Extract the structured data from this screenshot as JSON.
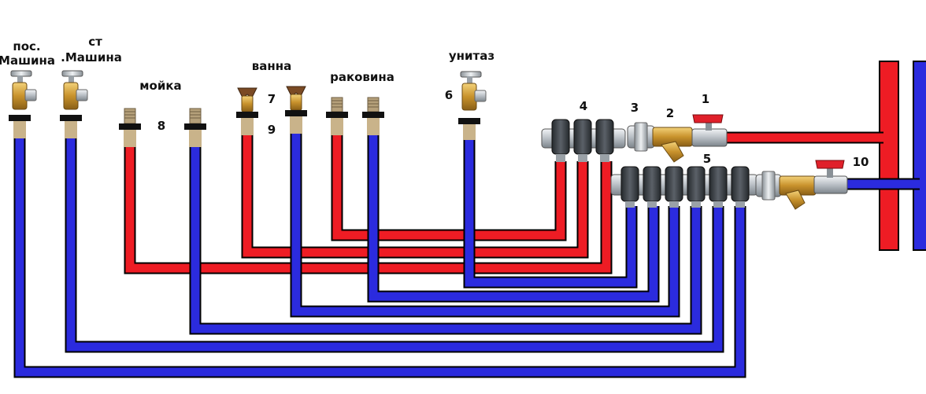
{
  "labels": {
    "pos_mashina_1": "пос.",
    "pos_mashina_2": "Машина",
    "st_mashina_1": "ст",
    "st_mashina_2": ".Машина",
    "moika": "мойка",
    "vanna": "ванна",
    "rakovina": "раковина",
    "unitaz": "унитаз"
  },
  "numbers": {
    "n1": "1",
    "n2": "2",
    "n3": "3",
    "n4": "4",
    "n5": "5",
    "n6": "6",
    "n7": "7",
    "n8": "8",
    "n9": "9",
    "n10": "10"
  },
  "colors": {
    "hot": "#ee1c24",
    "cold": "#2b2bde",
    "outline": "#000000",
    "brass": "#d6a23a",
    "chrome": "#c9ced3",
    "dark_valve": "#3a3f44",
    "valve_handle": "#e0202a"
  }
}
